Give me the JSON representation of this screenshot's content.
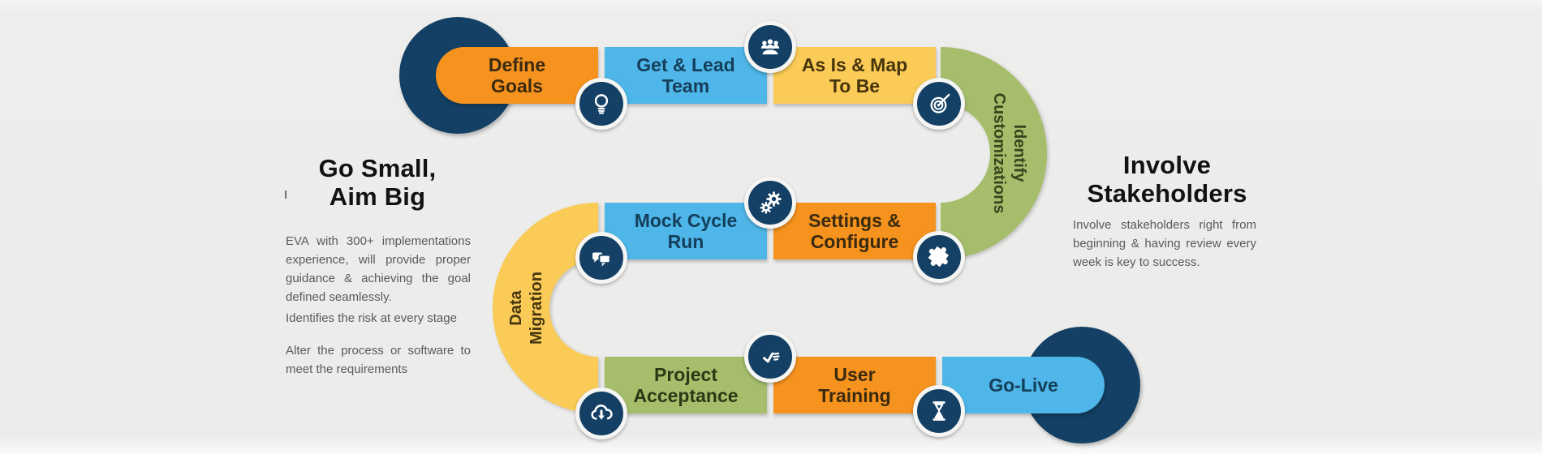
{
  "left_panel": {
    "stray_mark": "I",
    "heading": "Go Small,\nAim Big",
    "paragraphs": [
      "EVA with 300+ implementations experience, will provide proper guidance & achieving the goal defined seamlessly.",
      "Identifies the risk at every stage",
      "Alter the process or software to meet the requirements"
    ]
  },
  "right_panel": {
    "heading": "Involve\nStakeholders",
    "paragraph": "Involve stakeholders right from beginning & having review every week is key to success."
  },
  "steps": [
    {
      "id": "define-goals",
      "label": "Define\nGoals",
      "color": "#f6921e"
    },
    {
      "id": "get-lead-team",
      "label": "Get & Lead\nTeam",
      "color": "#4eb6e8"
    },
    {
      "id": "as-is-map-to-be",
      "label": "As Is & Map\nTo Be",
      "color": "#fbcb57"
    },
    {
      "id": "identify-customizations",
      "label": "Identify\nCustomizations",
      "color": "#a6bd6c"
    },
    {
      "id": "settings-configure",
      "label": "Settings &\nConfigure",
      "color": "#f6921e"
    },
    {
      "id": "mock-cycle-run",
      "label": "Mock Cycle\nRun",
      "color": "#4eb6e8"
    },
    {
      "id": "data-migration",
      "label": "Data\nMigration",
      "color": "#fbcb57"
    },
    {
      "id": "project-acceptance",
      "label": "Project\nAcceptance",
      "color": "#a6bd6c"
    },
    {
      "id": "user-training",
      "label": "User\nTraining",
      "color": "#f6921e"
    },
    {
      "id": "go-live",
      "label": "Go-Live",
      "color": "#4eb6e8"
    }
  ],
  "icons": {
    "junction_icons": [
      "lightbulb-icon",
      "team-meeting-icon",
      "target-icon",
      "gears-icon",
      "puzzle-icon",
      "chat-bubbles-icon",
      "cloud-download-icon",
      "checklist-icon",
      "hourglass-icon"
    ]
  },
  "colors": {
    "orange": "#f6921e",
    "blue": "#4eb6e8",
    "yellow": "#fbcb57",
    "green": "#a6bd6c",
    "navy": "#134064",
    "background": "#ececeb",
    "heading_text": "#121212",
    "body_text": "#5a5a5a"
  }
}
